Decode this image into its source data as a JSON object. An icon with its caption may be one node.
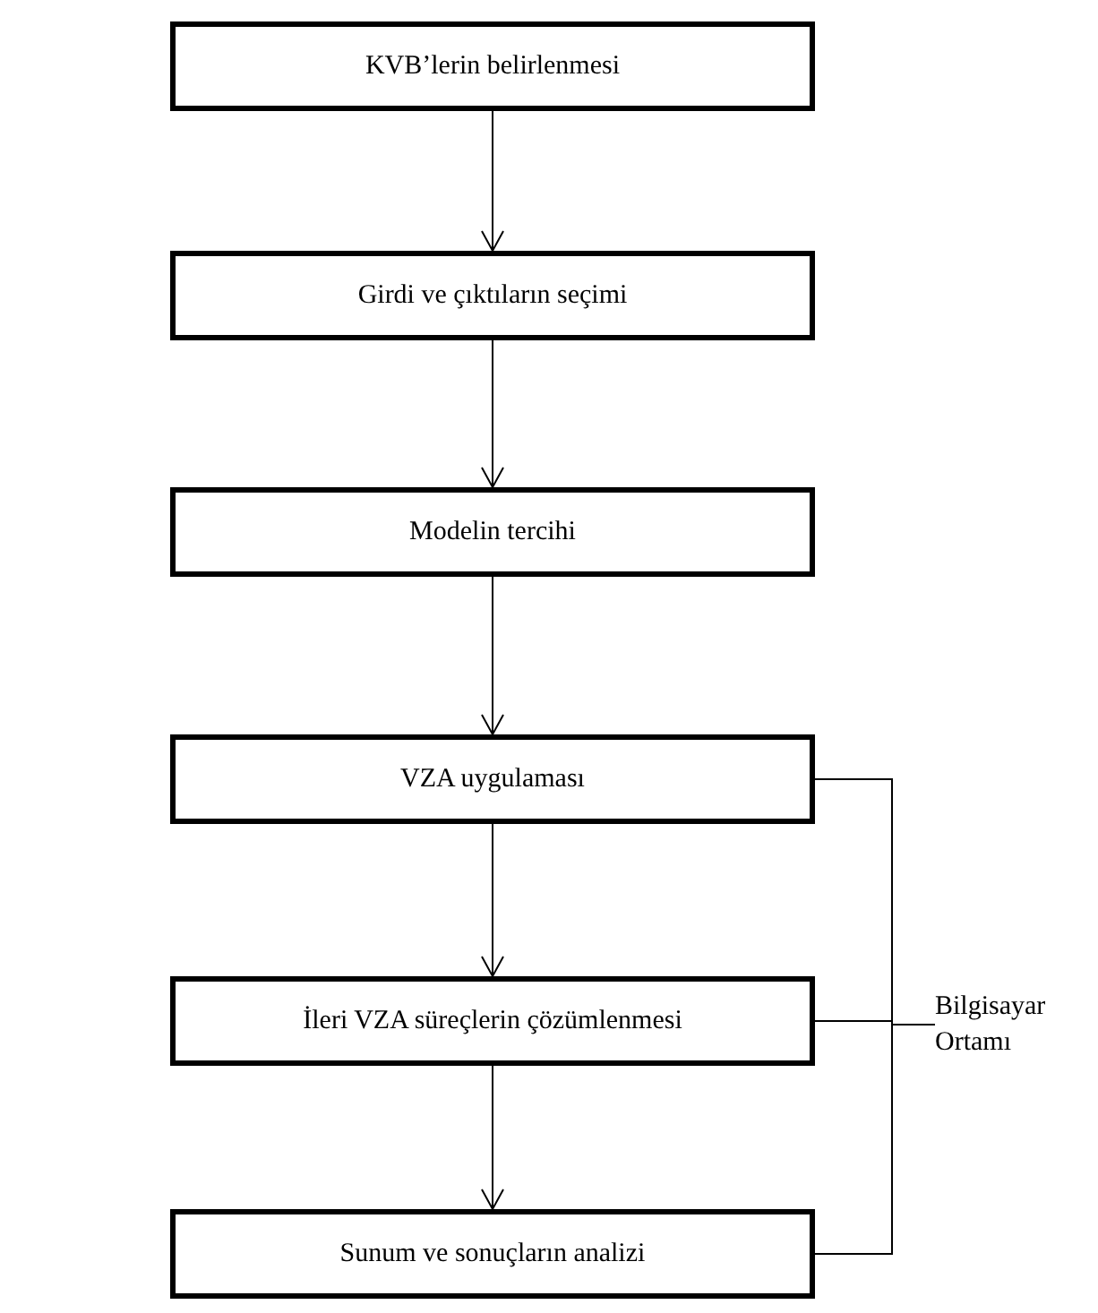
{
  "diagram": {
    "nodes": [
      {
        "text": [
          "KVB’lerin belirlenmesi"
        ]
      },
      {
        "text": [
          "Girdi ve çıktıların seçimi"
        ]
      },
      {
        "text": [
          "Modelin tercihi"
        ]
      },
      {
        "text": [
          "VZA uygulaması"
        ]
      },
      {
        "text": [
          "İleri VZA süreçlerin çözümlenmesi"
        ]
      },
      {
        "text": [
          "Sunum ve sonuçların analizi"
        ]
      },
      {
        "text": [
          "Bilgisayar Ortamı"
        ]
      }
    ],
    "edges": [
      {
        "from": 0,
        "to": 1,
        "arrow": "to"
      },
      {
        "from": 1,
        "to": 2,
        "arrow": "to"
      },
      {
        "from": 2,
        "to": 3,
        "arrow": "to"
      },
      {
        "from": 3,
        "to": 4,
        "arrow": "to"
      },
      {
        "from": 4,
        "to": 5,
        "arrow": "to"
      },
      {
        "from": 6,
        "to": 3,
        "arrow": "none"
      },
      {
        "from": 6,
        "to": 4,
        "arrow": "none"
      },
      {
        "from": 6,
        "to": 5,
        "arrow": "none"
      }
    ]
  }
}
